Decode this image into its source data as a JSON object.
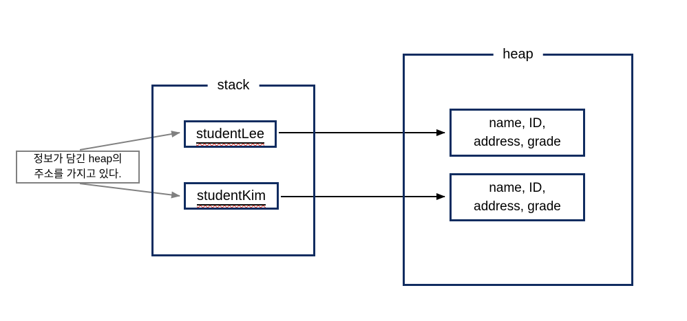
{
  "stack": {
    "label": "stack",
    "variables": [
      {
        "label": "studentLee"
      },
      {
        "label": "studentKim"
      }
    ]
  },
  "heap": {
    "label": "heap",
    "objects": [
      {
        "line1": "name, ID,",
        "line2": "address, grade"
      },
      {
        "line1": "name, ID,",
        "line2": "address, grade"
      }
    ]
  },
  "annotation": {
    "line1": "정보가 담긴 heap의",
    "line2": "주소를 가지고 있다."
  },
  "colors": {
    "container_navy": "#102c60",
    "callout_gray": "#808080",
    "arrow_black": "#000000",
    "arrow_gray": "#808080",
    "spellcheck_red": "#e02b20",
    "background": "#ffffff"
  }
}
